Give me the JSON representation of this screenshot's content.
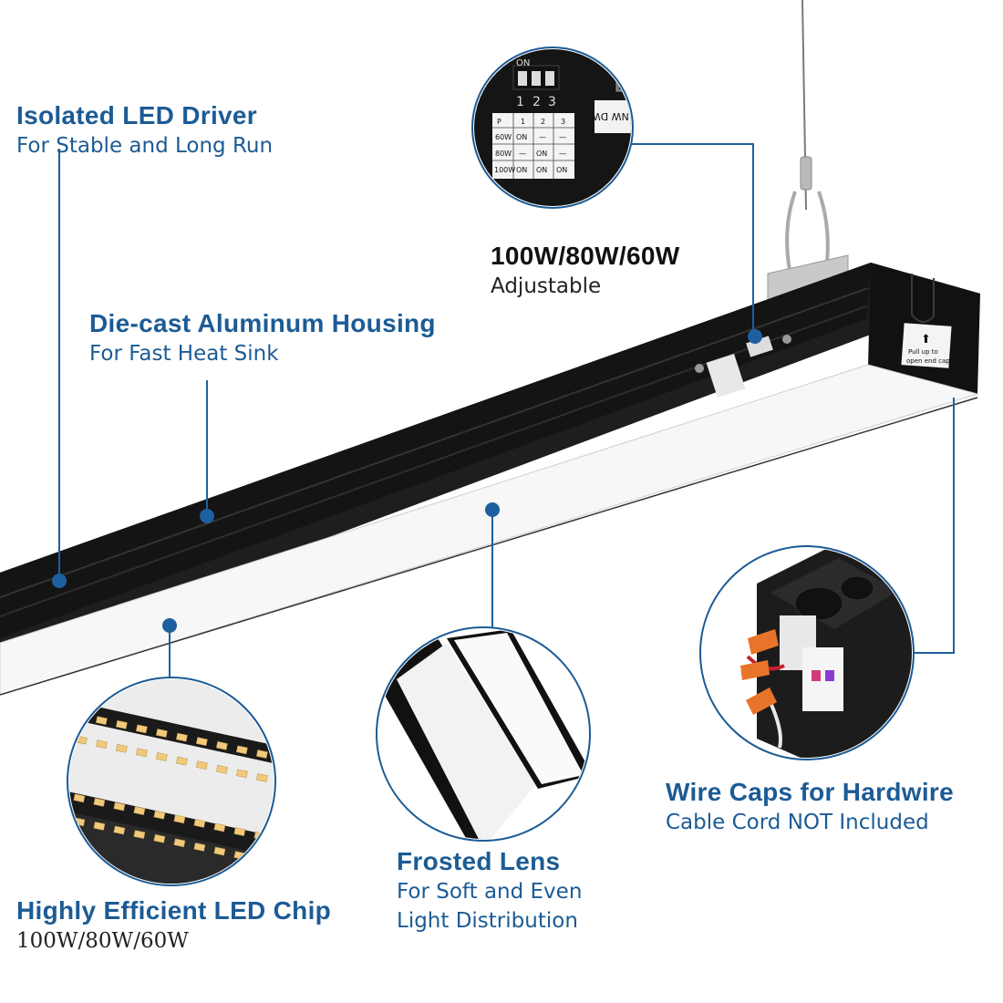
{
  "features": {
    "driver": {
      "title": "Isolated LED Driver",
      "subtitle": "For Stable and Long Run"
    },
    "housing": {
      "title": "Die-cast Aluminum Housing",
      "subtitle": "For Fast Heat Sink"
    },
    "power": {
      "title": "100W/80W/60W",
      "subtitle": "Adjustable"
    },
    "chip": {
      "title": "Highly Efficient LED Chip",
      "subtitle": "100W/80W/60W"
    },
    "lens": {
      "title": "Frosted Lens",
      "subtitle_1": "For Soft and Even",
      "subtitle_2": "Light Distribution"
    },
    "wire": {
      "title": "Wire Caps for Hardwire",
      "subtitle": "Cable Cord NOT Included"
    }
  },
  "switch_panel": {
    "on": "ON",
    "positions": [
      "1",
      "2",
      "3"
    ],
    "cct_label": "WW NW DW",
    "table_header": [
      "P",
      "1",
      "2",
      "3"
    ],
    "table_rows": [
      [
        "60W",
        "ON",
        "—",
        "—"
      ],
      [
        "80W",
        "—",
        "ON",
        "—"
      ],
      [
        "100W",
        "ON",
        "ON",
        "ON"
      ]
    ]
  },
  "end_cap": {
    "arrow": "⬆",
    "line_1": "Pull up to",
    "line_2": "open end cap"
  },
  "colors": {
    "accent": "#1c5b95",
    "dot": "#1e5f9f",
    "fixture": "#1b1b1b"
  }
}
